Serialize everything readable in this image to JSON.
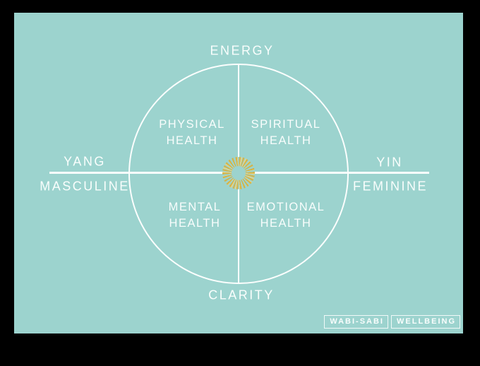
{
  "colors": {
    "frame": "#000000",
    "teal": "#9cd3ce",
    "line": "#fbfefd",
    "text": "#fbfefd",
    "gold": "#d2b44a",
    "gold_light": "#e7d48a"
  },
  "diagram": {
    "axis": {
      "top": "ENERGY",
      "bottom": "CLARITY",
      "left_top": "YANG",
      "left_bottom": "MASCULINE",
      "right_top": "YIN",
      "right_bottom": "FEMININE"
    },
    "quadrants": [
      {
        "position": "top-left",
        "line1": "PHYSICAL",
        "line2": "HEALTH"
      },
      {
        "position": "top-right",
        "line1": "SPIRITUAL",
        "line2": "HEALTH"
      },
      {
        "position": "bottom-left",
        "line1": "MENTAL",
        "line2": "HEALTH"
      },
      {
        "position": "bottom-right",
        "line1": "EMOTIONAL",
        "line2": "HEALTH"
      }
    ],
    "center_icon": "gold-wreath"
  },
  "badge": {
    "part1": "WABI-SABI",
    "part2": "WELLBEING"
  }
}
